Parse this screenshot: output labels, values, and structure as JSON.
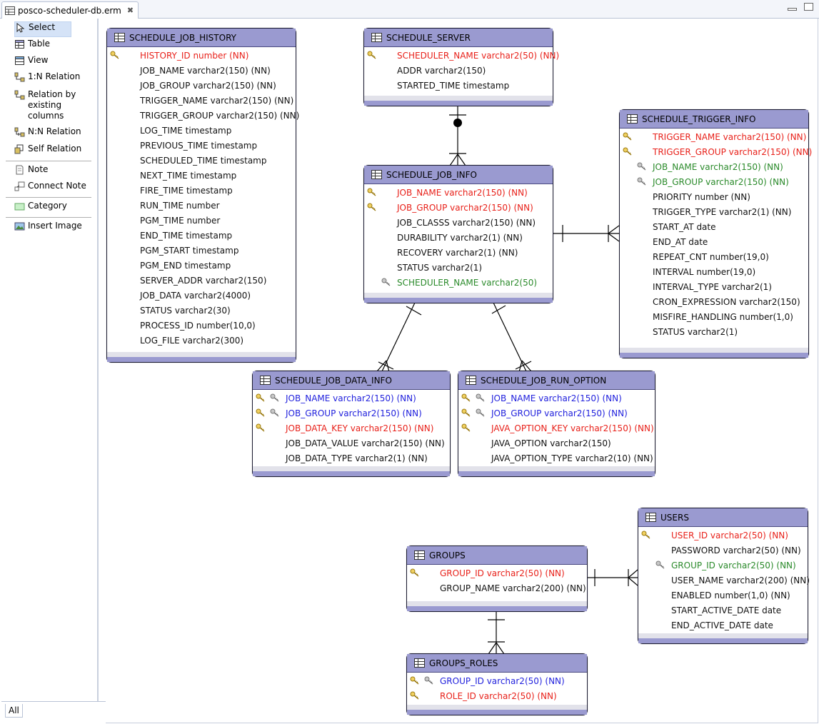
{
  "editor_tab": {
    "title": "posco-scheduler-db.erm",
    "close": "✖"
  },
  "palette": {
    "items": [
      {
        "key": "select",
        "label": "Select",
        "icon": "pointer-icon"
      },
      {
        "key": "table",
        "label": "Table",
        "icon": "table-icon"
      },
      {
        "key": "view",
        "label": "View",
        "icon": "view-icon"
      },
      {
        "key": "rel1n",
        "label": "1:N Relation",
        "icon": "relation-1n-icon"
      },
      {
        "key": "relcols",
        "label": "Relation by existing columns",
        "icon": "relation-columns-icon"
      },
      {
        "key": "relnn",
        "label": "N:N Relation",
        "icon": "relation-nn-icon"
      },
      {
        "key": "self",
        "label": "Self Relation",
        "icon": "self-relation-icon"
      },
      {
        "key": "note",
        "label": "Note",
        "icon": "note-icon"
      },
      {
        "key": "connect",
        "label": "Connect Note",
        "icon": "connect-note-icon"
      },
      {
        "key": "category",
        "label": "Category",
        "icon": "category-icon"
      },
      {
        "key": "image",
        "label": "Insert Image",
        "icon": "image-icon"
      }
    ],
    "relcols_lines": [
      "Relation by",
      "existing",
      "columns"
    ]
  },
  "bottom_tab": {
    "label": "All"
  },
  "colors": {
    "primary_key": "#e8211a",
    "foreign_key": "#2a8a2a",
    "pk_fk": "#2222dd",
    "header": "#9a9ad0"
  },
  "entities": {
    "history": {
      "name": "SCHEDULE_JOB_HISTORY",
      "columns": [
        {
          "text": "HISTORY_ID number (NN)",
          "kind": "pk"
        },
        {
          "text": "JOB_NAME varchar2(150) (NN)",
          "kind": "normal"
        },
        {
          "text": "JOB_GROUP varchar2(150) (NN)",
          "kind": "normal"
        },
        {
          "text": "TRIGGER_NAME varchar2(150) (NN)",
          "kind": "normal"
        },
        {
          "text": "TRIGGER_GROUP varchar2(150) (NN)",
          "kind": "normal"
        },
        {
          "text": "LOG_TIME timestamp",
          "kind": "normal"
        },
        {
          "text": "PREVIOUS_TIME timestamp",
          "kind": "normal"
        },
        {
          "text": "SCHEDULED_TIME timestamp",
          "kind": "normal"
        },
        {
          "text": "NEXT_TIME timestamp",
          "kind": "normal"
        },
        {
          "text": "FIRE_TIME timestamp",
          "kind": "normal"
        },
        {
          "text": "RUN_TIME number",
          "kind": "normal"
        },
        {
          "text": "PGM_TIME number",
          "kind": "normal"
        },
        {
          "text": "END_TIME timestamp",
          "kind": "normal"
        },
        {
          "text": "PGM_START timestamp",
          "kind": "normal"
        },
        {
          "text": "PGM_END timestamp",
          "kind": "normal"
        },
        {
          "text": "SERVER_ADDR varchar2(150)",
          "kind": "normal"
        },
        {
          "text": "JOB_DATA varchar2(4000)",
          "kind": "normal"
        },
        {
          "text": "STATUS varchar2(30)",
          "kind": "normal"
        },
        {
          "text": "PROCESS_ID number(10,0)",
          "kind": "normal"
        },
        {
          "text": "LOG_FILE varchar2(300)",
          "kind": "normal"
        }
      ]
    },
    "server": {
      "name": "SCHEDULE_SERVER",
      "columns": [
        {
          "text": "SCHEDULER_NAME varchar2(50) (NN)",
          "kind": "pk"
        },
        {
          "text": "ADDR varchar2(150)",
          "kind": "normal"
        },
        {
          "text": "STARTED_TIME timestamp",
          "kind": "normal"
        }
      ]
    },
    "jobinfo": {
      "name": "SCHEDULE_JOB_INFO",
      "columns": [
        {
          "text": "JOB_NAME varchar2(150) (NN)",
          "kind": "pk"
        },
        {
          "text": "JOB_GROUP varchar2(150) (NN)",
          "kind": "pk"
        },
        {
          "text": "JOB_CLASSS varchar2(150) (NN)",
          "kind": "normal"
        },
        {
          "text": "DURABILITY varchar2(1) (NN)",
          "kind": "normal"
        },
        {
          "text": "RECOVERY varchar2(1) (NN)",
          "kind": "normal"
        },
        {
          "text": "STATUS varchar2(1)",
          "kind": "normal"
        },
        {
          "text": "SCHEDULER_NAME varchar2(50)",
          "kind": "fk"
        }
      ]
    },
    "trigger": {
      "name": "SCHEDULE_TRIGGER_INFO",
      "columns": [
        {
          "text": "TRIGGER_NAME varchar2(150) (NN)",
          "kind": "pk"
        },
        {
          "text": "TRIGGER_GROUP varchar2(150) (NN)",
          "kind": "pk"
        },
        {
          "text": "JOB_NAME varchar2(150) (NN)",
          "kind": "fk"
        },
        {
          "text": "JOB_GROUP varchar2(150) (NN)",
          "kind": "fk"
        },
        {
          "text": "PRIORITY number (NN)",
          "kind": "normal"
        },
        {
          "text": "TRIGGER_TYPE varchar2(1) (NN)",
          "kind": "normal"
        },
        {
          "text": "START_AT date",
          "kind": "normal"
        },
        {
          "text": "END_AT date",
          "kind": "normal"
        },
        {
          "text": "REPEAT_CNT number(19,0)",
          "kind": "normal"
        },
        {
          "text": "INTERVAL number(19,0)",
          "kind": "normal"
        },
        {
          "text": "INTERVAL_TYPE varchar2(1)",
          "kind": "normal"
        },
        {
          "text": "CRON_EXPRESSION varchar2(150)",
          "kind": "normal"
        },
        {
          "text": "MISFIRE_HANDLING number(1,0)",
          "kind": "normal"
        },
        {
          "text": "STATUS varchar2(1)",
          "kind": "normal"
        }
      ]
    },
    "datainfo": {
      "name": "SCHEDULE_JOB_DATA_INFO",
      "columns": [
        {
          "text": "JOB_NAME varchar2(150) (NN)",
          "kind": "pkfk"
        },
        {
          "text": "JOB_GROUP varchar2(150) (NN)",
          "kind": "pkfk"
        },
        {
          "text": "JOB_DATA_KEY varchar2(150) (NN)",
          "kind": "pk"
        },
        {
          "text": "JOB_DATA_VALUE varchar2(150) (NN)",
          "kind": "normal"
        },
        {
          "text": "JOB_DATA_TYPE varchar2(1) (NN)",
          "kind": "normal"
        }
      ]
    },
    "runoption": {
      "name": "SCHEDULE_JOB_RUN_OPTION",
      "columns": [
        {
          "text": "JOB_NAME varchar2(150) (NN)",
          "kind": "pkfk"
        },
        {
          "text": "JOB_GROUP varchar2(150) (NN)",
          "kind": "pkfk"
        },
        {
          "text": "JAVA_OPTION_KEY varchar2(150) (NN)",
          "kind": "pk"
        },
        {
          "text": "JAVA_OPTION varchar2(150)",
          "kind": "normal"
        },
        {
          "text": "JAVA_OPTION_TYPE varchar2(10) (NN)",
          "kind": "normal"
        }
      ]
    },
    "users": {
      "name": "USERS",
      "columns": [
        {
          "text": "USER_ID varchar2(50) (NN)",
          "kind": "pk"
        },
        {
          "text": "PASSWORD varchar2(50) (NN)",
          "kind": "normal"
        },
        {
          "text": "GROUP_ID varchar2(50) (NN)",
          "kind": "fk"
        },
        {
          "text": "USER_NAME varchar2(200) (NN)",
          "kind": "normal"
        },
        {
          "text": "ENABLED number(1,0) (NN)",
          "kind": "normal"
        },
        {
          "text": "START_ACTIVE_DATE date",
          "kind": "normal"
        },
        {
          "text": "END_ACTIVE_DATE date",
          "kind": "normal"
        }
      ]
    },
    "groups": {
      "name": "GROUPS",
      "columns": [
        {
          "text": "GROUP_ID varchar2(50) (NN)",
          "kind": "pk"
        },
        {
          "text": "GROUP_NAME varchar2(200) (NN)",
          "kind": "normal"
        }
      ]
    },
    "groupsroles": {
      "name": "GROUPS_ROLES",
      "columns": [
        {
          "text": "GROUP_ID varchar2(50) (NN)",
          "kind": "pkfk"
        },
        {
          "text": "ROLE_ID varchar2(50) (NN)",
          "kind": "pk"
        }
      ]
    }
  }
}
